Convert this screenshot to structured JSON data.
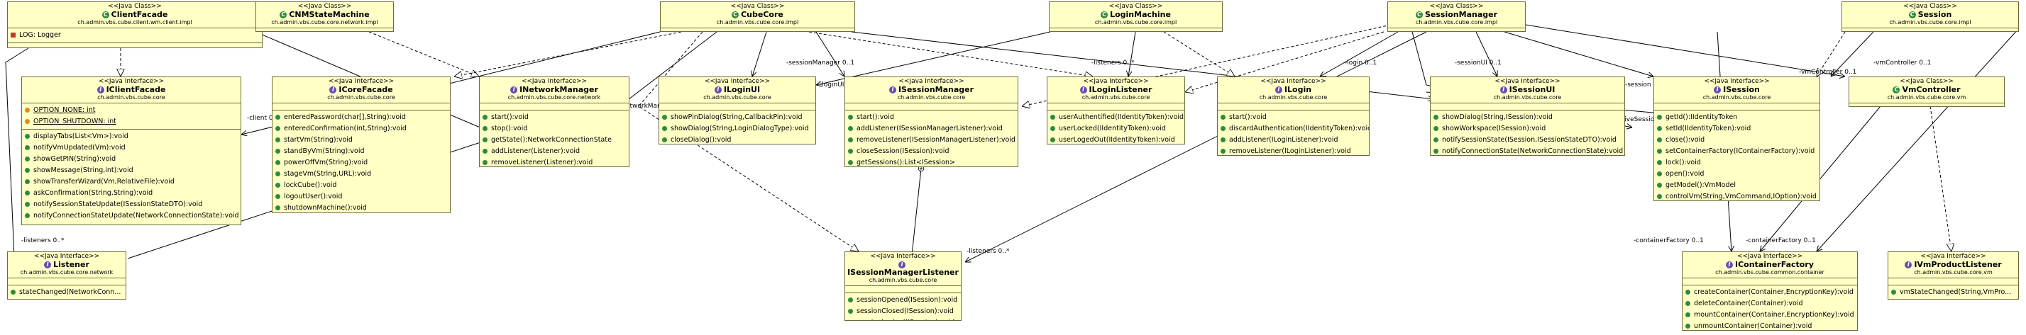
{
  "classes": {
    "clientfacade": {
      "stereotype": "<<Java Class>>",
      "name": "ClientFacade",
      "package": "ch.admin.vbs.cube.client.wm.client.impl",
      "fields": [
        "LOG: Logger"
      ],
      "methods": []
    },
    "cnmstatemachine": {
      "stereotype": "<<Java Class>>",
      "name": "CNMStateMachine",
      "package": "ch.admin.vbs.cube.core.network.impl",
      "fields": [],
      "methods": []
    },
    "cubecore": {
      "stereotype": "<<Java Class>>",
      "name": "CubeCore",
      "package": "ch.admin.vbs.cube.core.impl",
      "fields": [],
      "methods": []
    },
    "loginmachine": {
      "stereotype": "<<Java Class>>",
      "name": "LoginMachine",
      "package": "ch.admin.vbs.cube.core.impl",
      "fields": [],
      "methods": []
    },
    "sessionmanager": {
      "stereotype": "<<Java Class>>",
      "name": "SessionManager",
      "package": "ch.admin.vbs.cube.core.impl",
      "fields": [],
      "methods": []
    },
    "session": {
      "stereotype": "<<Java Class>>",
      "name": "Session",
      "package": "ch.admin.vbs.cube.core.impl",
      "fields": [],
      "methods": []
    }
  },
  "interfaces": {
    "iclientfacade": {
      "stereotype": "<<Java Interface>>",
      "name": "IClientFacade",
      "package": "ch.admin.vbs.cube.core",
      "fields": [
        "OPTION_NONE: int",
        "OPTION_SHUTDOWN: int"
      ],
      "methods": [
        "displayTabs(List<Vm>):void",
        "notifyVmUpdated(Vm):void",
        "showGetPIN(String):void",
        "showMessage(String,int):void",
        "showTransferWizard(Vm,RelativeFile):void",
        "askConfirmation(String,String):void",
        "notifySessionStateUpdate(ISessionStateDTO):void",
        "notifyConnectionStateUpdate(NetworkConnectionState):void"
      ]
    },
    "icorefacade": {
      "stereotype": "<<Java Interface>>",
      "name": "ICoreFacade",
      "package": "ch.admin.vbs.cube.core",
      "fields": [],
      "methods": [
        "enteredPassword(char[],String):void",
        "enteredConfirmation(int,String):void",
        "startVm(String):void",
        "standByVm(String):void",
        "powerOffVm(String):void",
        "stageVm(String,URL):void",
        "lockCube():void",
        "logoutUser():void",
        "shutdownMachine():void"
      ]
    },
    "inetworkmanager": {
      "stereotype": "<<Java Interface>>",
      "name": "INetworkManager",
      "package": "ch.admin.vbs.cube.core.network",
      "fields": [],
      "methods": [
        "start():void",
        "stop():void",
        "getState():NetworkConnectionState",
        "addListener(Listener):void",
        "removeListener(Listener):void"
      ]
    },
    "iloginui": {
      "stereotype": "<<Java Interface>>",
      "name": "ILoginUI",
      "package": "ch.admin.vbs.cube.core",
      "fields": [],
      "methods": [
        "showPinDialog(String,CallbackPin):void",
        "showDialog(String,LoginDialogType):void",
        "closeDialog():void"
      ]
    },
    "isessionmanager": {
      "stereotype": "<<Java Interface>>",
      "name": "ISessionManager",
      "package": "ch.admin.vbs.cube.core",
      "fields": [],
      "methods": [
        "start():void",
        "addListener(ISessionManagerListener):void",
        "removeListener(ISessionManagerListener):void",
        "closeSession(ISession):void",
        "getSessions():List<ISession>"
      ]
    },
    "iloginlistener": {
      "stereotype": "<<Java Interface>>",
      "name": "ILoginListener",
      "package": "ch.admin.vbs.cube.core",
      "fields": [],
      "methods": [
        "userAuthentified(IIdentityToken):void",
        "userLocked(IIdentityToken):void",
        "userLogedOut(IIdentityToken):void"
      ]
    },
    "ilogin": {
      "stereotype": "<<Java Interface>>",
      "name": "ILogin",
      "package": "ch.admin.vbs.cube.core",
      "fields": [],
      "methods": [
        "start():void",
        "discardAuthentication(IIdentityToken):void",
        "addListener(ILoginListener):void",
        "removeListener(ILoginListener):void"
      ]
    },
    "isessionui": {
      "stereotype": "<<Java Interface>>",
      "name": "ISessionUI",
      "package": "ch.admin.vbs.cube.core",
      "fields": [],
      "methods": [
        "showDialog(String,ISession):void",
        "showWorkspace(ISession):void",
        "notifySessionState(ISession,ISessionStateDTO):void",
        "notifyConnectionState(NetworkConnectionState):void"
      ]
    },
    "isession": {
      "stereotype": "<<Java Interface>>",
      "name": "ISession",
      "package": "ch.admin.vbs.cube.core",
      "fields": [],
      "methods": [
        "getId():IIdentityToken",
        "setId(IIdentityToken):void",
        "close():void",
        "setContainerFactory(IContainerFactory):void",
        "lock():void",
        "open():void",
        "getModel():VmModel",
        "controlVm(String,VmCommand,IOption):void"
      ]
    },
    "vmcontroller": {
      "stereotype": "<<Java Class>>",
      "name": "VmController",
      "package": "ch.admin.vbs.cube.core.vm",
      "fields": [],
      "methods": []
    },
    "listener": {
      "stereotype": "<<Java Interface>>",
      "name": "Listener",
      "package": "ch.admin.vbs.cube.core.network",
      "fields": [],
      "methods": [
        "stateChanged(NetworkConn..."
      ]
    },
    "isessionmanagerlistener": {
      "stereotype": "<<Java Interface>>",
      "name": "ISessionManagerListener",
      "package": "ch.admin.vbs.cube.core",
      "fields": [],
      "methods": [
        "sessionOpened(ISession):void",
        "sessionClosed(ISession):void",
        "sessionLocked(ISession):void"
      ]
    },
    "icontainerfactory": {
      "stereotype": "<<Java Interface>>",
      "name": "IContainerFactory",
      "package": "ch.admin.vbs.cube.common.container",
      "fields": [],
      "methods": [
        "createContainer(Container,EncryptionKey):void",
        "deleteContainer(Container):void",
        "mountContainer(Container,EncryptionKey):void",
        "unmountContainer(Container):void"
      ]
    },
    "ivmproductlistener": {
      "stereotype": "<<Java Interface>>",
      "name": "IVmProductListener",
      "package": "ch.admin.vbs.cube.core.vm",
      "fields": [],
      "methods": [
        "vmStateChanged(String,VmPro..."
      ]
    }
  },
  "association_labels": [
    "-client  0..1",
    "-networkManager  0..1",
    "-sessionManager  0..1",
    "-loginUI  0..1",
    "-listeners  0..*",
    "-login  0..1",
    "-sessionUI  0..1",
    "-vmController  0..1",
    "-session  0..*",
    "-activeSession  0..1",
    "-listeners  0..*",
    "-listeners  0..*",
    "-containerFactory  0..1",
    "-containerFactory  0..1",
    "-vmController  0..1"
  ]
}
